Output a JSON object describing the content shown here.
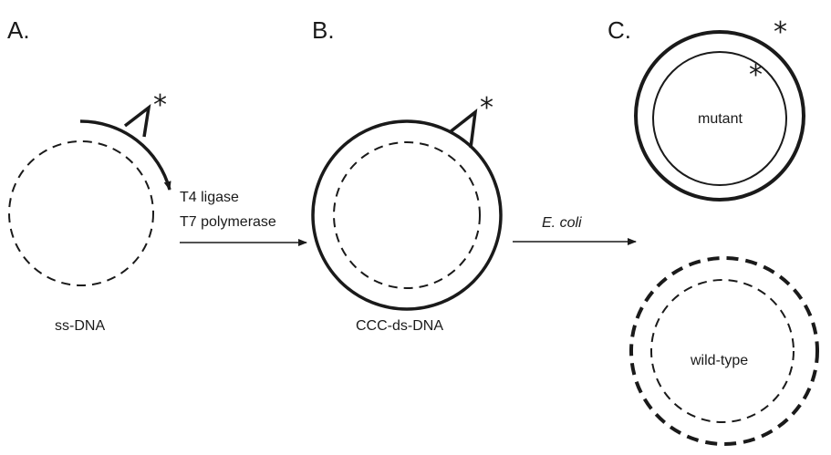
{
  "panels": {
    "a": {
      "letter": "A.",
      "caption": "ss-DNA"
    },
    "b": {
      "letter": "B.",
      "caption": "CCC-ds-DNA"
    },
    "c": {
      "letter": "C.",
      "mutant_label": "mutant",
      "wildtype_label": "wild-type"
    }
  },
  "arrows": {
    "step1_line1": "T4 ligase",
    "step1_line2": "T7 polymerase",
    "step2": "E. coli"
  },
  "mutation_marker": "*",
  "colors": {
    "ink": "#1a1a1a",
    "background": "#ffffff"
  }
}
